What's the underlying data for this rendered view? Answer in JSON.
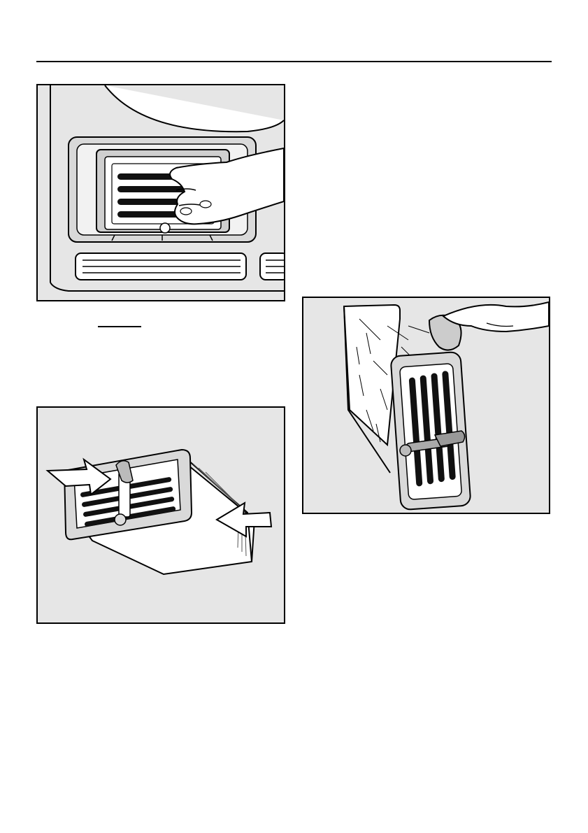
{
  "page": {
    "figures": [
      {
        "id": "fig1",
        "depicts": "hand-removing-fluff-filter-from-door-opening"
      },
      {
        "id": "fig2",
        "depicts": "fluff-filter-with-insertion-arrows"
      },
      {
        "id": "fig3",
        "depicts": "rinsing-fluff-filter-under-tap"
      }
    ]
  },
  "colors": {
    "line": "#000000",
    "panel": "#e6e6e6",
    "body": "#d9d9d9",
    "paper": "#ffffff"
  }
}
